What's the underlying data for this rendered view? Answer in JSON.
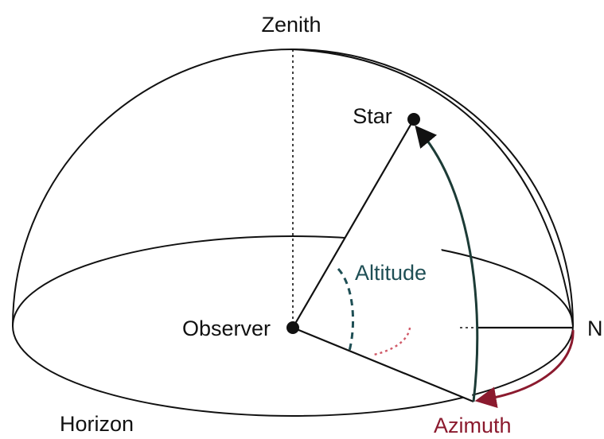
{
  "labels": {
    "zenith": "Zenith",
    "star": "Star",
    "altitude": "Altitude",
    "observer": "Observer",
    "north": "N",
    "horizon": "Horizon",
    "azimuth": "Azimuth"
  },
  "colors": {
    "line": "#111111",
    "altitude": "#1f4f55",
    "azimuth": "#8b1a2e",
    "azimuth_arc": "#d05a68",
    "star_arc": "#1c3b36"
  }
}
